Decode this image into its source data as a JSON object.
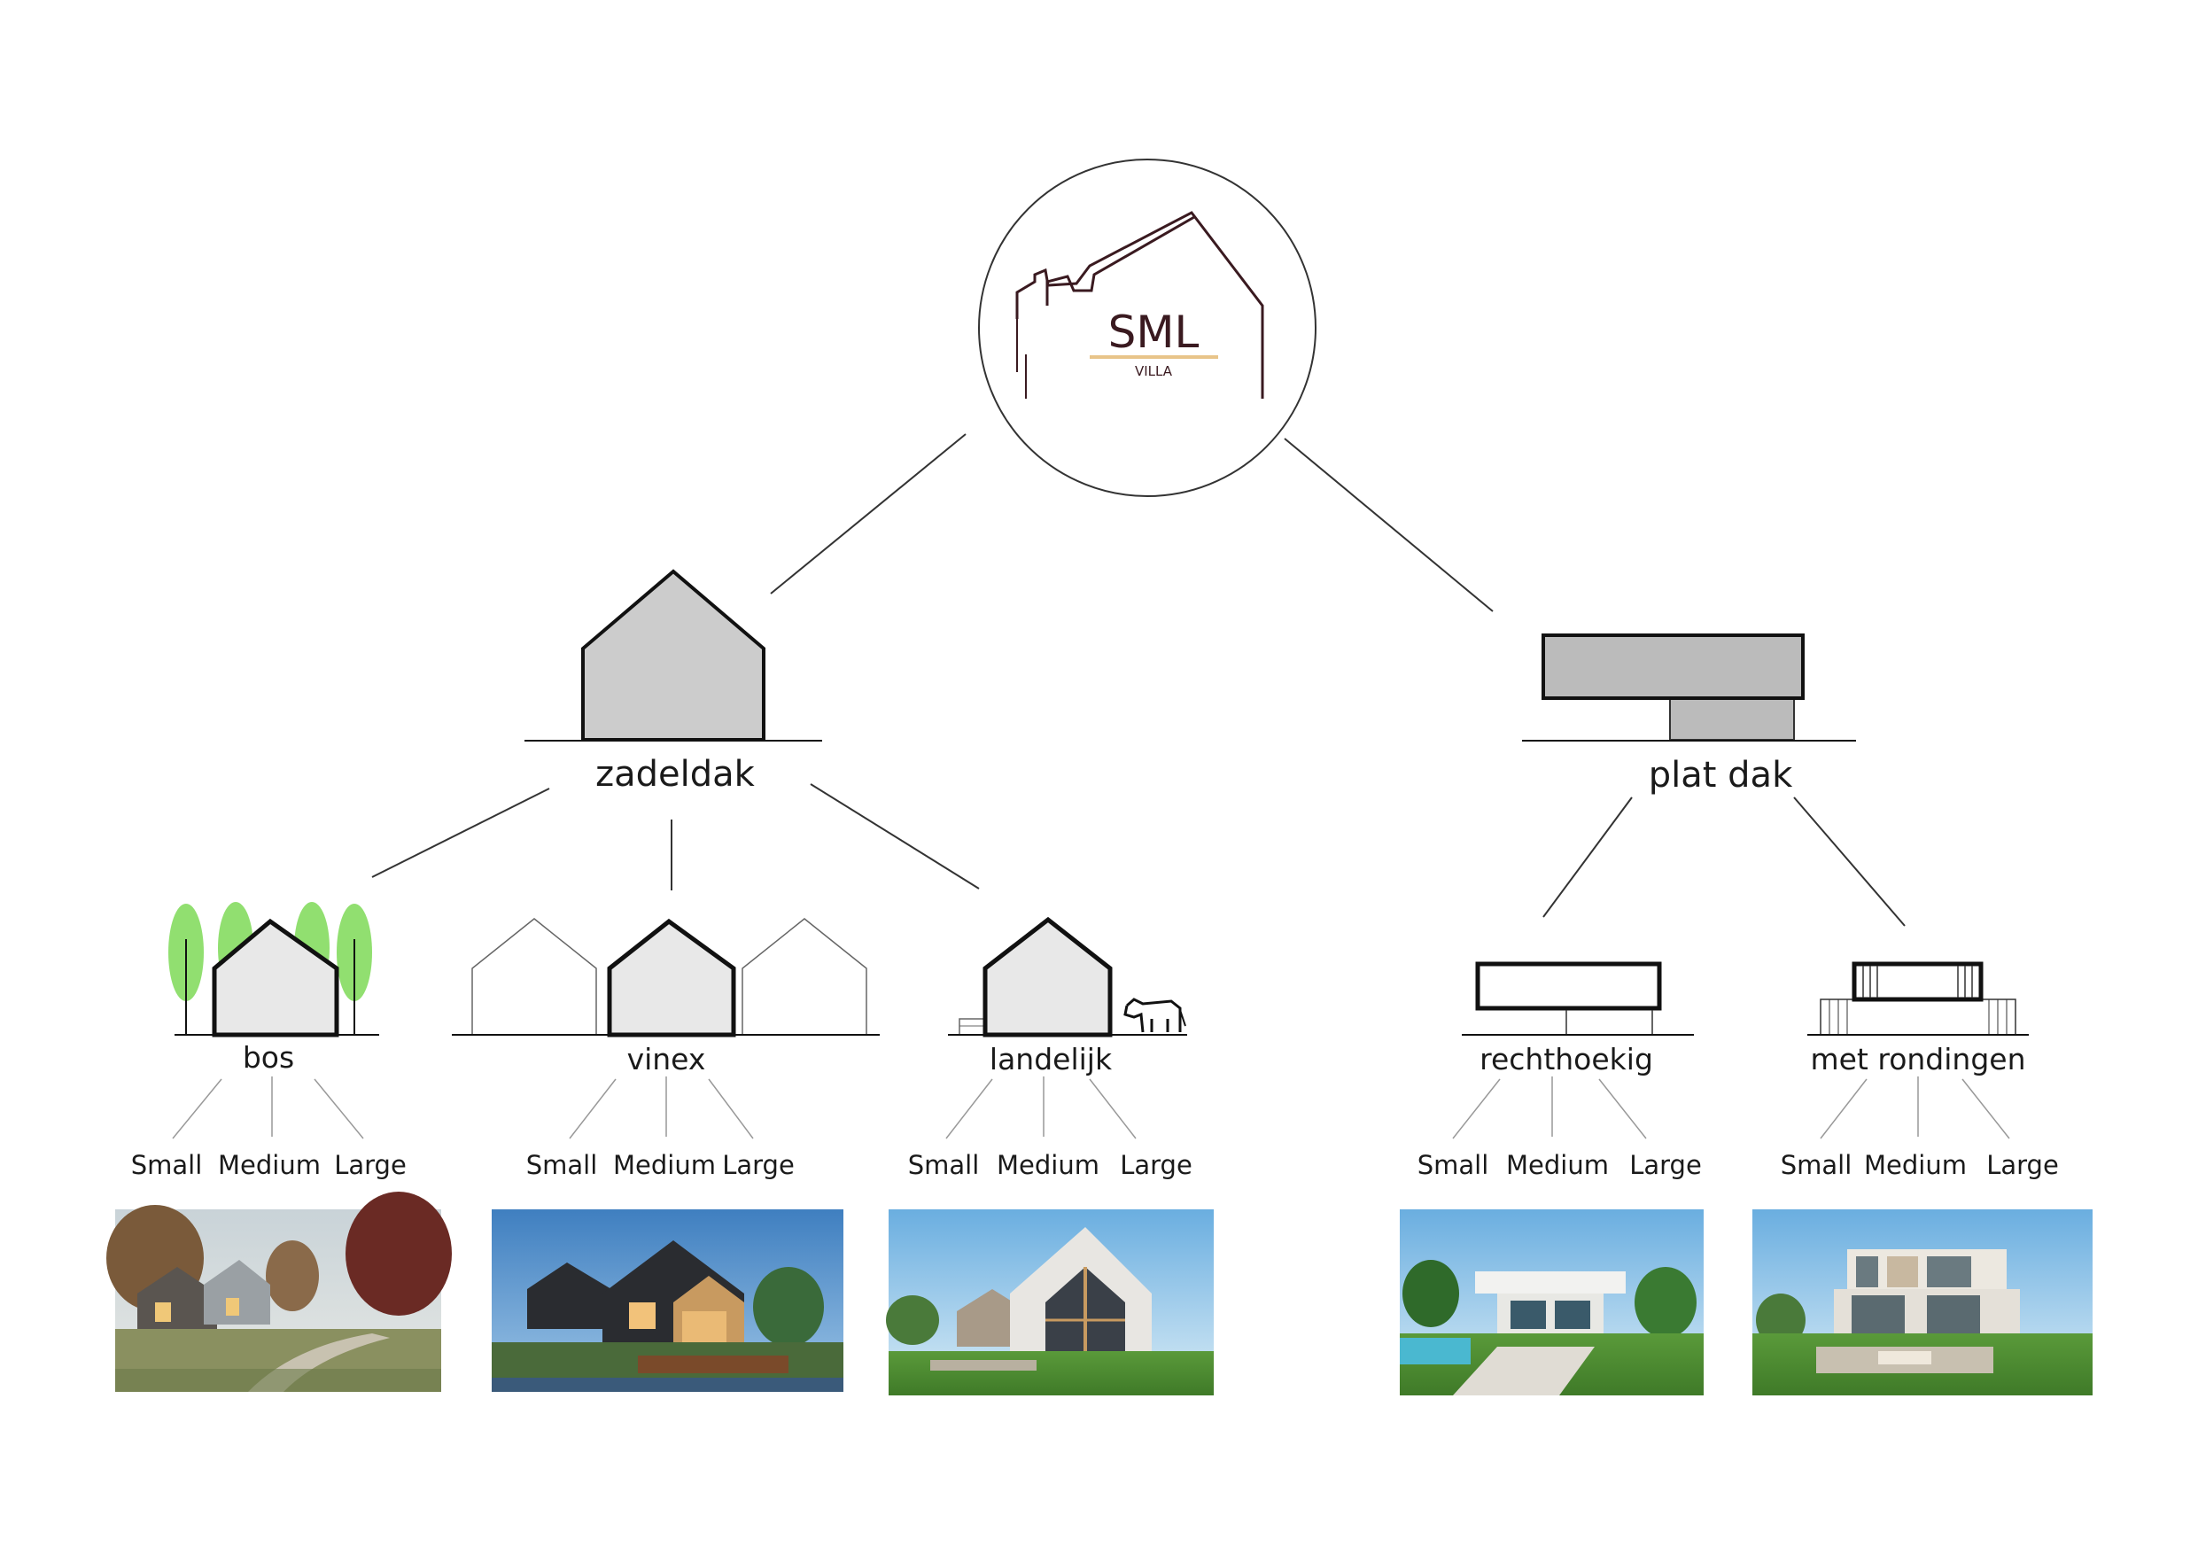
{
  "logo": {
    "title": "SML",
    "subtitle": "VILLA",
    "accent_color": "#e8c48a",
    "line_color": "#3a1a20"
  },
  "categories": {
    "zadeldak": {
      "label": "zadeldak",
      "children": {
        "bos": {
          "label": "bos",
          "sizes": [
            "Small",
            "Medium",
            "Large"
          ]
        },
        "vinex": {
          "label": "vinex",
          "sizes": [
            "Small",
            "Medium",
            "Large"
          ]
        },
        "landelijk": {
          "label": "landelijk",
          "sizes": [
            "Small",
            "Medium",
            "Large"
          ]
        }
      }
    },
    "plat_dak": {
      "label": "plat dak",
      "children": {
        "rechthoekig": {
          "label": "rechthoekig",
          "sizes": [
            "Small",
            "Medium",
            "Large"
          ]
        },
        "met_rondingen": {
          "label": "met rondingen",
          "sizes": [
            "Small",
            "Medium",
            "Large"
          ]
        }
      }
    }
  },
  "colors": {
    "house_fill": "#cccccc",
    "house_fill_light": "#e8e8e8",
    "tree_green": "#7ed957",
    "line": "#333333"
  }
}
